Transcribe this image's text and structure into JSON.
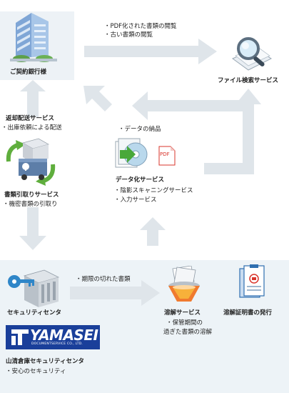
{
  "bank": {
    "label": "ご契約銀行様"
  },
  "top_arrow": {
    "line1": "・PDF化された書類の閲覧",
    "line2": "・古い書類の閲覧"
  },
  "file_search": {
    "label": "ファイル検索サービス"
  },
  "return_service": {
    "title": "返却配送サービス",
    "desc": "・出庫依頼による配送"
  },
  "data_delivery": {
    "label": "・データの納品"
  },
  "pdf_badge": {
    "label": "PDF"
  },
  "digitization": {
    "title": "データ化サービス",
    "line1": "・陰影スキャニングサービス",
    "line2": "・入力サービス"
  },
  "pickup_service": {
    "title": "書類引取りサービス",
    "desc": "・機密書類の引取り"
  },
  "expired": {
    "label": "・期限の切れた書類"
  },
  "security_center": {
    "label": "セキュリティセンタ"
  },
  "dissolution": {
    "title": "溶解サービス",
    "line1": "・保管期間の",
    "line2": "過ぎた書類の溶解"
  },
  "certificate": {
    "label": "溶解証明書の発行"
  },
  "logo": {
    "main": "YAMASEI",
    "sub": "DOCUMENTSERVICE CO., LTD."
  },
  "company": {
    "title": "山清倉庫セキュリティセンタ",
    "desc": "・安心のセキュリティ"
  },
  "colors": {
    "arrow": "#dfe5ea",
    "panel": "#edf3f7",
    "logo_bg": "#1a3f9a",
    "pdf_red": "#d9342b"
  }
}
